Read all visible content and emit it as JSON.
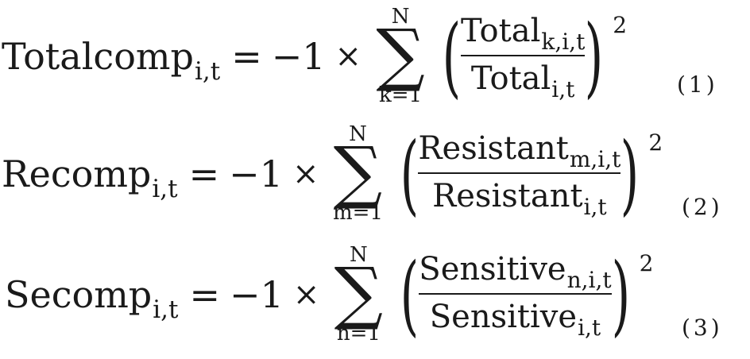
{
  "equations": [
    {
      "lhs": "Totalcomp",
      "lhs_sub": "i,t",
      "equals": "=",
      "neg_one": "−1",
      "times": "×",
      "sum_upper": "N",
      "sum_symbol": "∑",
      "sum_lower": "k=1",
      "paren_left": "(",
      "paren_right": ")",
      "numer": "Total",
      "numer_sub": "k,i,t",
      "denom": "Total",
      "denom_sub": "i,t",
      "power": "2",
      "number": "(1)"
    },
    {
      "lhs": "Recomp",
      "lhs_sub": "i,t",
      "equals": "=",
      "neg_one": "−1",
      "times": "×",
      "sum_upper": "N",
      "sum_symbol": "∑",
      "sum_lower": "m=1",
      "paren_left": "(",
      "paren_right": ")",
      "numer": "Resistant",
      "numer_sub": "m,i,t",
      "denom": "Resistant",
      "denom_sub": "i,t",
      "power": "2",
      "number": "(2)"
    },
    {
      "lhs": "Secomp",
      "lhs_sub": "i,t",
      "equals": "=",
      "neg_one": "−1",
      "times": "×",
      "sum_upper": "N",
      "sum_symbol": "∑",
      "sum_lower": "n=1",
      "paren_left": "(",
      "paren_right": ")",
      "numer": "Sensitive",
      "numer_sub": "n,i,t",
      "denom": "Sensitive",
      "denom_sub": "i,t",
      "power": "2",
      "number": "(3)"
    }
  ]
}
